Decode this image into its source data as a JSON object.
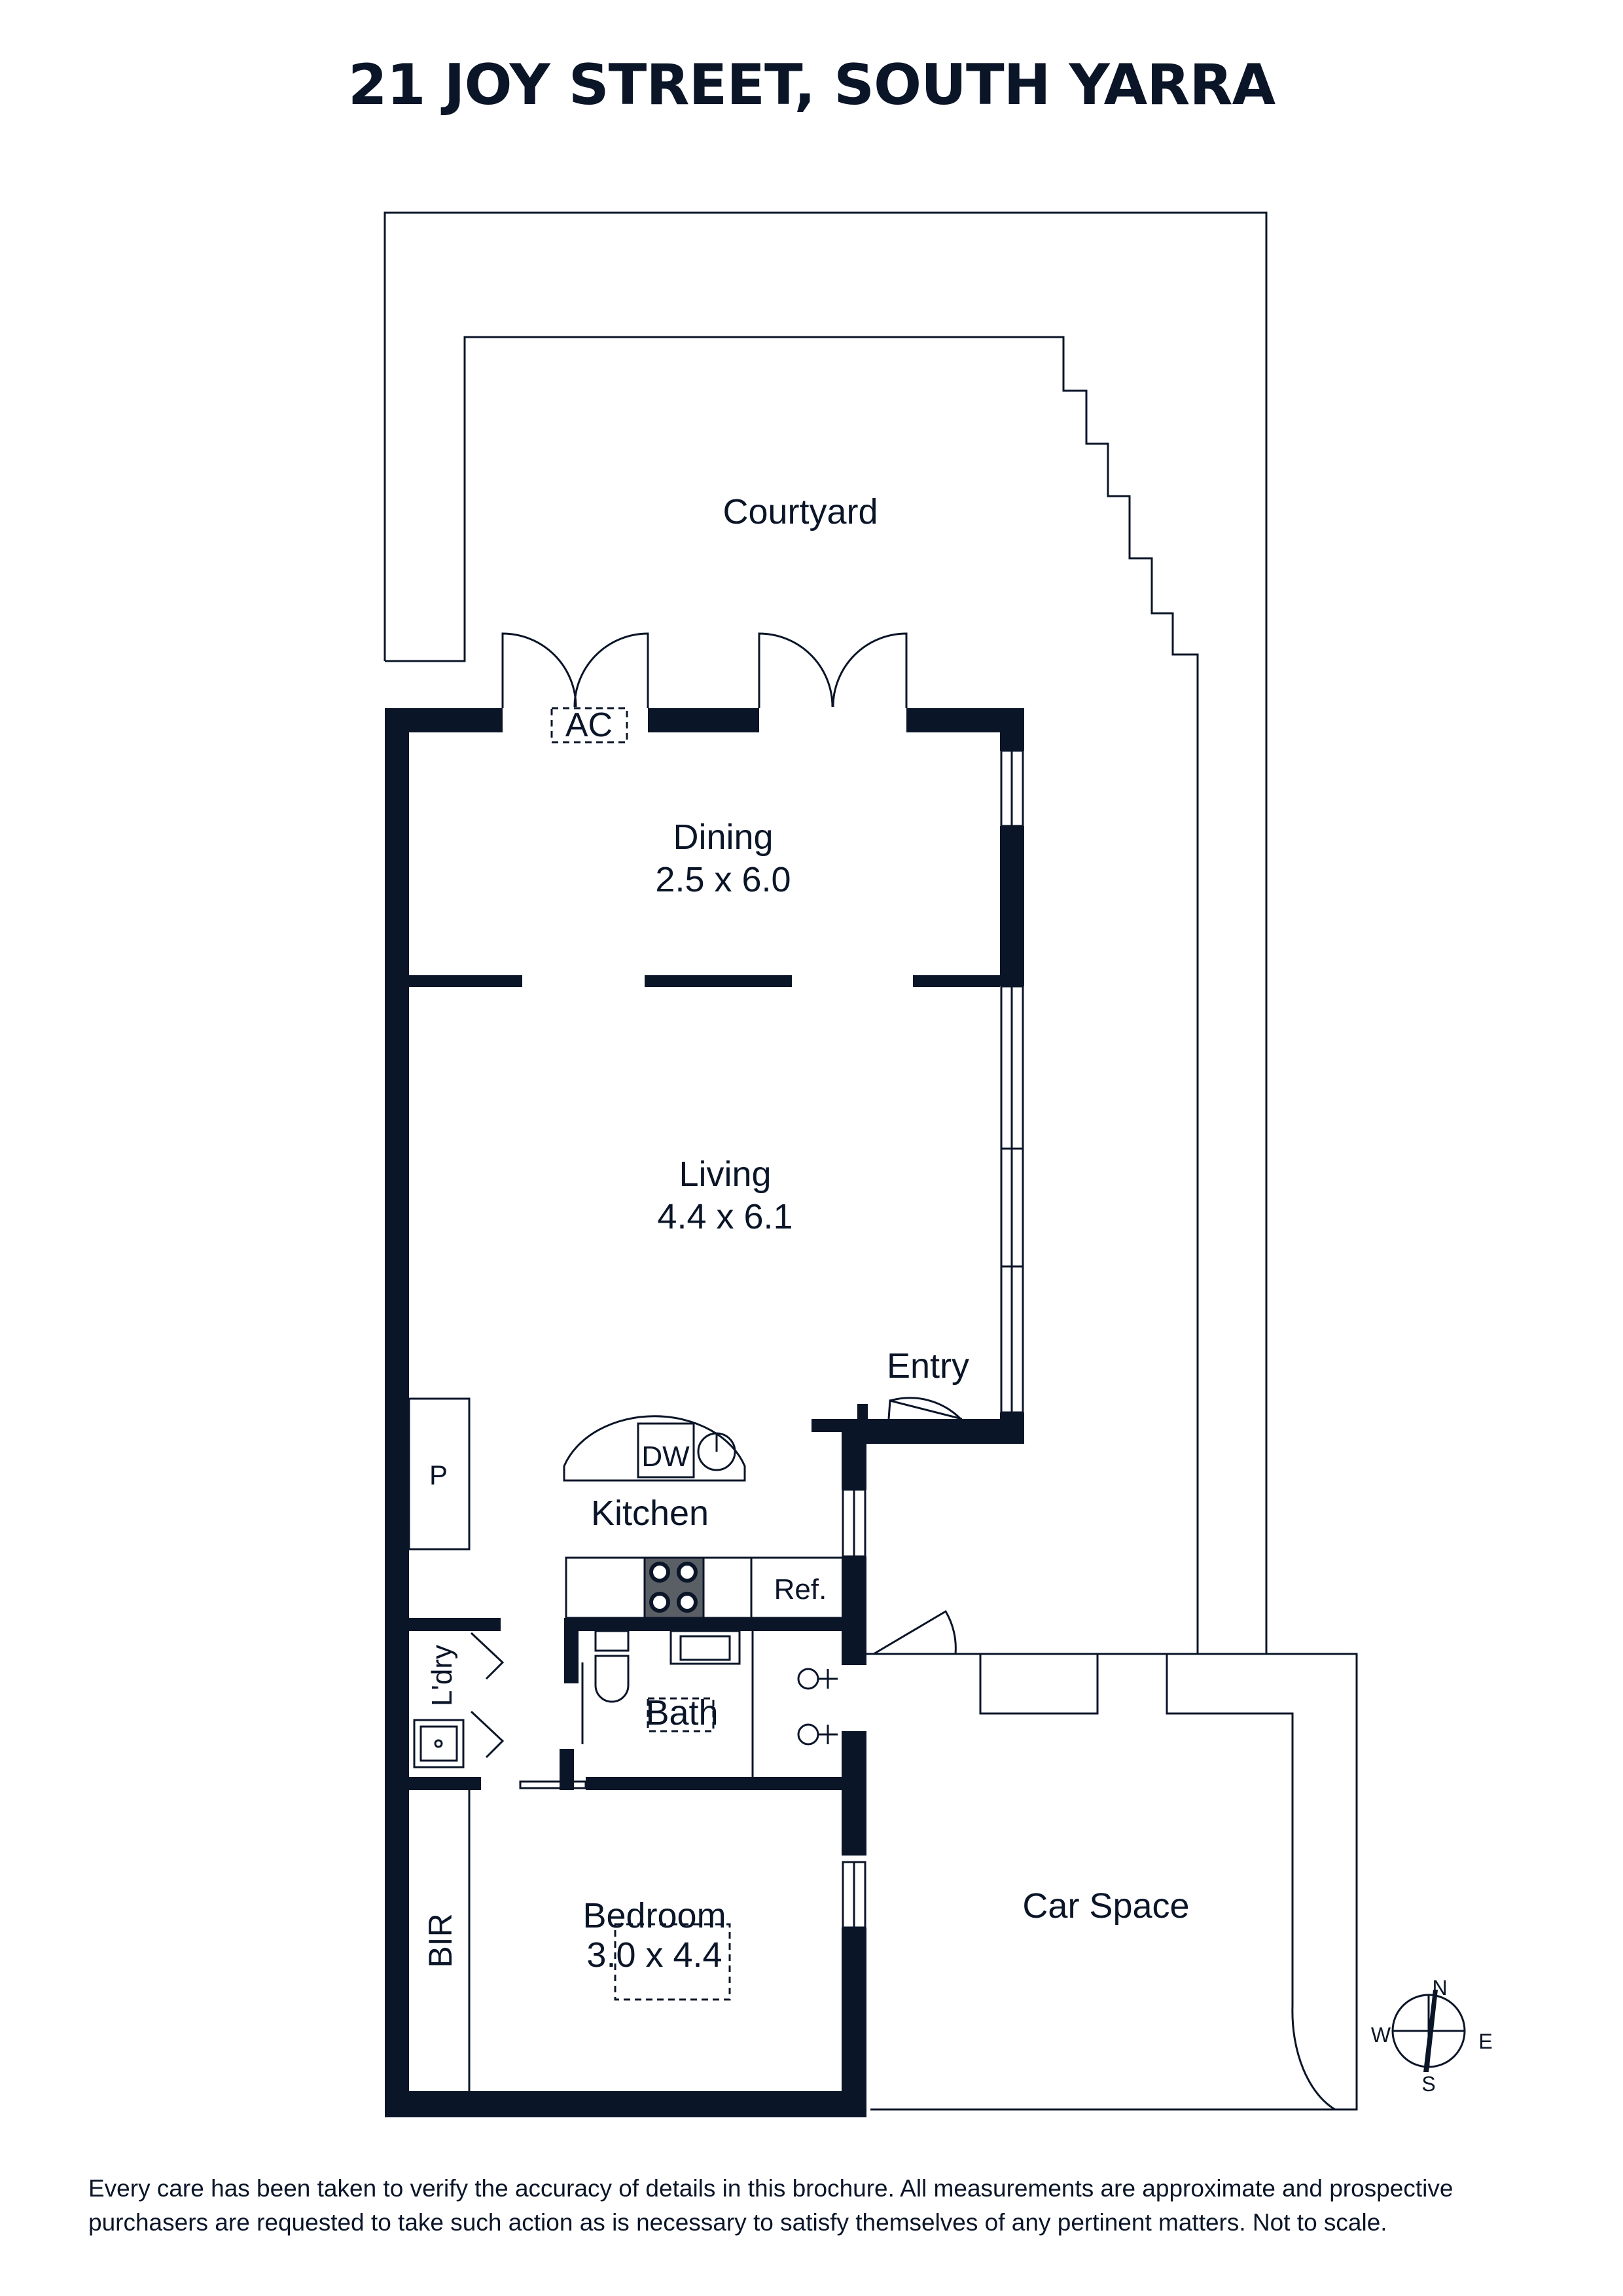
{
  "title": "21 JOY STREET, SOUTH YARRA",
  "rooms": {
    "courtyard": "Courtyard",
    "ac": "AC",
    "dining": {
      "name": "Dining",
      "size": "2.5 x 6.0"
    },
    "living": {
      "name": "Living",
      "size": "4.4 x 6.1"
    },
    "entry": "Entry",
    "dw": "DW",
    "pantry": "P",
    "kitchen": "Kitchen",
    "ref": "Ref.",
    "laundry": "L'dry",
    "bath": "Bath",
    "bir": "BIR",
    "bedroom": {
      "name": "Bedroom",
      "size": "3.0 x 4.4"
    },
    "car_space": "Car Space"
  },
  "compass": {
    "n": "N",
    "s": "S",
    "e": "E",
    "w": "W"
  },
  "disclaimer": "Every care has been taken to verify the accuracy of details in this brochure. All measurements are approximate and prospective purchasers are requested to take such action as is necessary to satisfy themselves of any pertinent matters. Not to scale.",
  "colors": {
    "ink": "#0b1528",
    "background": "#ffffff"
  }
}
